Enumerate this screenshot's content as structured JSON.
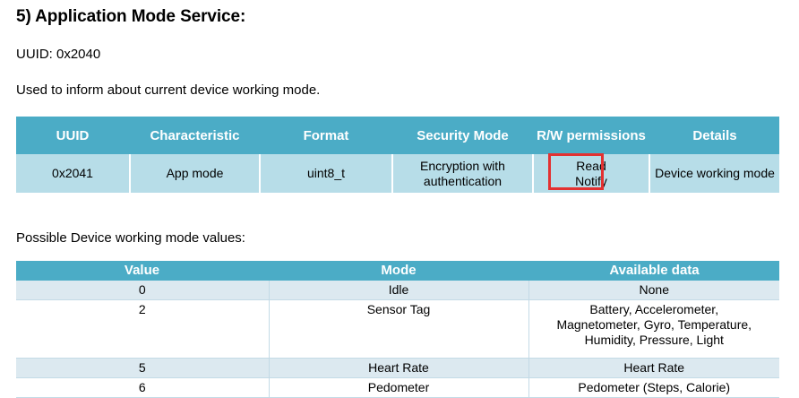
{
  "document": {
    "section_title": "5) Application Mode Service:",
    "uuid_line": "UUID: 0x2040",
    "description": "Used to inform about current device working mode.",
    "values_caption": "Possible Device working mode values:"
  },
  "colors": {
    "table_header_teal": "#4bacc6",
    "table_body_blue": "#b7dde8",
    "band_blue": "#dce9f0",
    "annotation_red": "#e33131",
    "grid_line": "#c3dae6",
    "text": "#000000"
  },
  "characteristic_table": {
    "headers": [
      "UUID",
      "Characteristic",
      "Format",
      "Security Mode",
      "R/W permissions",
      "Details"
    ],
    "rows": [
      {
        "uuid": "0x2041",
        "characteristic": "App mode",
        "format": "uint8_t",
        "security_mode": "Encryption with authentication",
        "rw_permissions": "Read Notify",
        "rw_permissions_line1": "Read",
        "rw_permissions_line2": "Notify",
        "details": "Device working mode",
        "annotated": true
      }
    ],
    "annotation": {
      "target": "rw-permissions-cell",
      "shape": "rectangle",
      "color": "#e33131"
    }
  },
  "modes_table": {
    "headers": [
      "Value",
      "Mode",
      "Available data"
    ],
    "rows": [
      {
        "value": "0",
        "mode": "Idle",
        "available_data": "None",
        "banded": true,
        "tall": false
      },
      {
        "value": "2",
        "mode": "Sensor Tag",
        "available_data": "Battery, Accelerometer, Magnetometer, Gyro, Temperature, Humidity, Pressure, Light",
        "available_data_line1": "Battery, Accelerometer,",
        "available_data_line2": "Magnetometer, Gyro, Temperature,",
        "available_data_line3": "Humidity, Pressure, Light",
        "banded": false,
        "tall": true
      },
      {
        "value": "5",
        "mode": "Heart Rate",
        "available_data": "Heart Rate",
        "banded": true,
        "tall": false
      },
      {
        "value": "6",
        "mode": "Pedometer",
        "available_data": "Pedometer (Steps, Calorie)",
        "banded": false,
        "tall": false
      }
    ]
  }
}
